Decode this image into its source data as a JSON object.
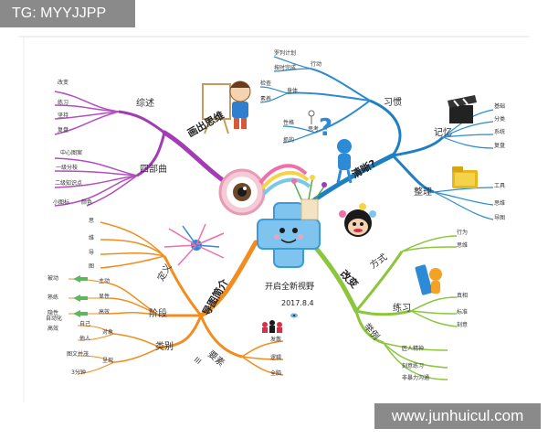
{
  "watermark_top": "TG: MYYJJPP",
  "watermark_bottom": "www.junhuicul.com",
  "center": {
    "title": "开启全新视野",
    "date": "2017.8.4"
  },
  "branches": {
    "draw": "画出思维",
    "summary": "综述",
    "summary_items": [
      "改变",
      "练习",
      "坚持",
      "复盘"
    ],
    "four": "四部曲",
    "four_items": [
      "中心图案",
      "一级分枝",
      "二级知识点",
      "小图标",
      "颜色"
    ],
    "clear": "清晰?",
    "habit": "习惯",
    "habit_items": [
      "罗列计划",
      "行动",
      "按时完成",
      "检查",
      "身体",
      "素养",
      "性格",
      "思考",
      "抓的"
    ],
    "memory": "记忆",
    "memory_items": [
      "基础",
      "分类",
      "系统",
      "复盘"
    ],
    "organize": "整理",
    "organize_items": [
      "工具",
      "思维",
      "导图"
    ],
    "change": "改变",
    "method": "方式",
    "method_items": [
      "行为",
      "思维"
    ],
    "practice": "练习",
    "practice_items": [
      "真相",
      "标准",
      "刻意"
    ],
    "example": "举例",
    "example_items": [
      "匠人精神",
      "刻意练习",
      "非暴力沟通"
    ],
    "intro": "导图简介",
    "definition": "定义",
    "definition_items": [
      "思",
      "维",
      "导",
      "图"
    ],
    "stage": "阶段",
    "stage_items": [
      "被动",
      "主动",
      "熟练",
      "显性",
      "隐性",
      "高效",
      "高效",
      "自动化"
    ],
    "category": "类别",
    "category_items": [
      "对象",
      "自己",
      "他人",
      "呈现",
      "图文并茂",
      "3分钟"
    ],
    "elements": "要素",
    "elements_items": [
      "发散",
      "逻辑",
      "全脑"
    ]
  }
}
